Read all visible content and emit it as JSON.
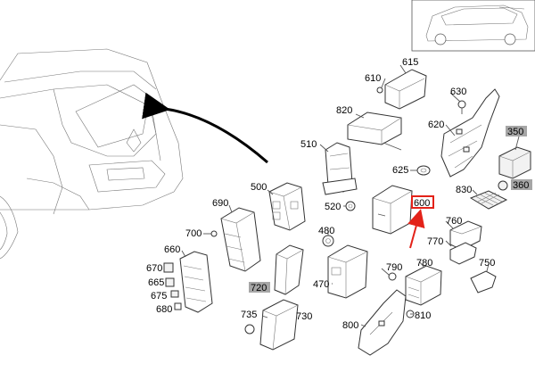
{
  "colors": {
    "highlight_gray": "#a6a6a6",
    "highlight_red": "#e32219",
    "line": "#333333"
  },
  "labels": {
    "l615": "615",
    "l610": "610",
    "l630": "630",
    "l820": "820",
    "l620": "620",
    "l350": "350",
    "l510": "510",
    "l625": "625",
    "l500": "500",
    "l830": "830",
    "l360": "360",
    "l600": "600",
    "l520": "520",
    "l690": "690",
    "l760": "760",
    "l700": "700",
    "l480": "480",
    "l770": "770",
    "l660": "660",
    "l780": "780",
    "l750": "750",
    "l670": "670",
    "l790": "790",
    "l665": "665",
    "l720": "720",
    "l470": "470",
    "l675": "675",
    "l680": "680",
    "l735": "735",
    "l730": "730",
    "l810": "810",
    "l800": "800"
  }
}
